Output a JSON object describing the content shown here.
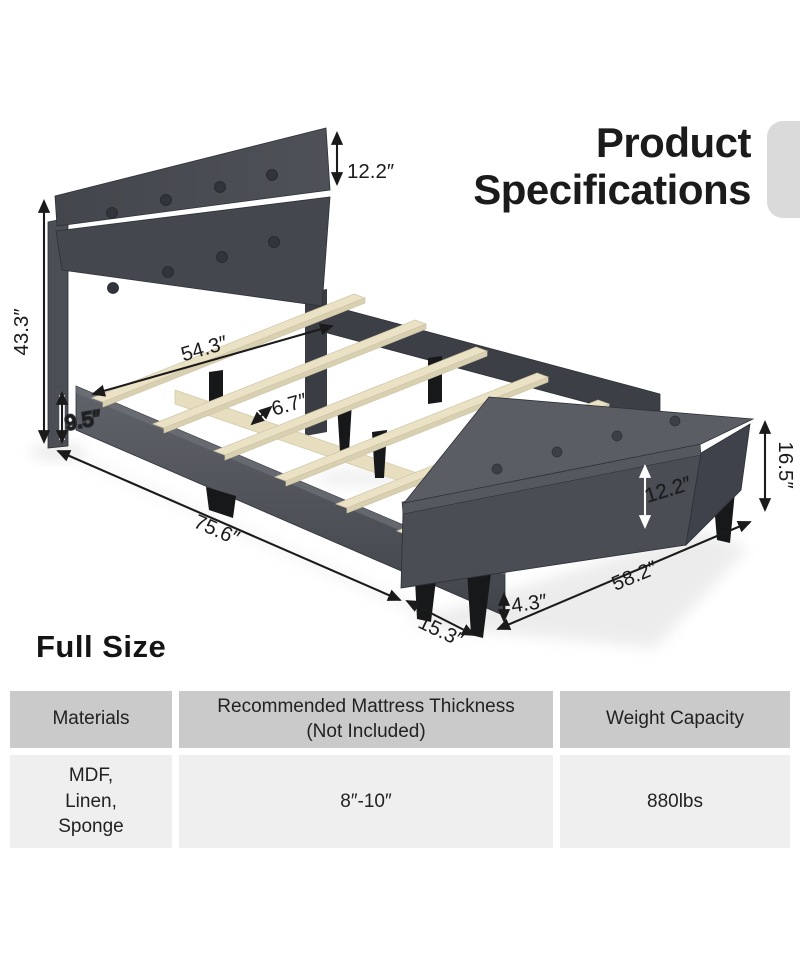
{
  "header": {
    "title_line1": "Product",
    "title_line2": "Specifications"
  },
  "product_label": "Full Size",
  "dimensions": {
    "headboard_upper_panel_height": "12.2″",
    "headboard_total_height": "43.3″",
    "side_rail_height": "9.5″",
    "slat_length": "54.3″",
    "slat_gap": "6.7″",
    "bed_length": "75.6″",
    "foot_end_width": "15.3″",
    "ottoman_leg_height": "4.3″",
    "ottoman_length": "58.2″",
    "ottoman_body_height": "12.2″",
    "ottoman_total_height": "16.5″"
  },
  "spec_table": {
    "columns": [
      {
        "header": "Materials",
        "value": "MDF,\nLinen,\nSponge"
      },
      {
        "header": "Recommended Mattress Thickness\n(Not Included)",
        "value": "8″-10″"
      },
      {
        "header": "Weight Capacity",
        "value": "880lbs"
      }
    ]
  },
  "colors": {
    "fabric_dark": "#45484e",
    "fabric_mid": "#5a5d64",
    "wood_slat": "#ebe2c6",
    "annotation": "#1b1b1b",
    "table_header_bg": "#cbcaca",
    "table_body_bg": "#f0efef",
    "tab_gray": "#dadada"
  }
}
